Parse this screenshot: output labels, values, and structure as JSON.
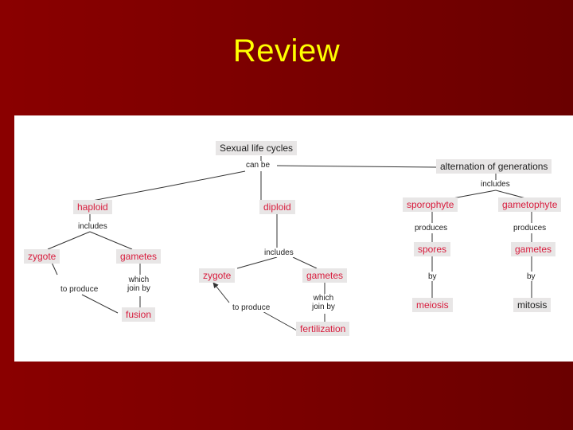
{
  "slide": {
    "title": "Review"
  },
  "diagram": {
    "nodes": {
      "root": "Sexual life cycles",
      "alt_gen": "alternation of generations",
      "haploid": "haploid",
      "diploid": "diploid",
      "sporophyte": "sporophyte",
      "gametophyte": "gametophyte",
      "zygote_1": "zygote",
      "gametes_1": "gametes",
      "fusion": "fusion",
      "zygote_2": "zygote",
      "gametes_2": "gametes",
      "fertilization": "fertilization",
      "spores": "spores",
      "gametes_3": "gametes",
      "meiosis": "meiosis",
      "mitosis": "mitosis"
    },
    "links": {
      "can_be": "can be",
      "includes_alt": "includes",
      "includes_haploid": "includes",
      "includes_diploid": "includes",
      "produces_sporophyte": "produces",
      "produces_gametophyte": "produces",
      "which_join_by_1": [
        "which",
        "join by"
      ],
      "to_produce_1": "to produce",
      "which_join_by_2": [
        "which",
        "join by"
      ],
      "to_produce_2": "to produce",
      "by_spores": "by",
      "by_gametes": "by"
    },
    "colors": {
      "background": "#7c0000",
      "title": "#ffff00",
      "red_node_text": "#d81b3c",
      "node_fill": "#e8e6e6"
    }
  }
}
